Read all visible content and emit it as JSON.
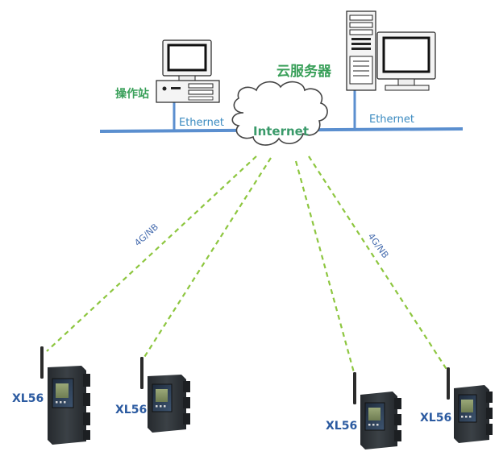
{
  "labels": {
    "operator_station": "操作站",
    "cloud_server": "云服务器",
    "internet": "Internet",
    "ethernet_left": "Ethernet",
    "ethernet_right": "Ethernet",
    "wireless_left": "4G/NB",
    "wireless_right": "4G/NB"
  },
  "devices": [
    {
      "label": "XL56"
    },
    {
      "label": "XL56"
    },
    {
      "label": "XL56"
    },
    {
      "label": "XL56"
    }
  ],
  "colors": {
    "network_line": "#5b8fcf",
    "wireless_link": "#8dc63f",
    "station_label": "#3aa05a",
    "internet_label": "#3a9a6a",
    "ethernet_label": "#3a8ac0",
    "wireless_label": "#4a6fb0",
    "device_label": "#2b5aa0",
    "cloud_fill": "#ffffff",
    "cloud_stroke": "#444444",
    "device_body": "#2f3438",
    "screen_fill": "#7a8a60"
  },
  "icons": {
    "operator_station": "desktop-computer-icon",
    "cloud_server": "tower-server-with-monitor-icon",
    "internet": "cloud-icon",
    "device": "wireless-data-logger-icon"
  }
}
